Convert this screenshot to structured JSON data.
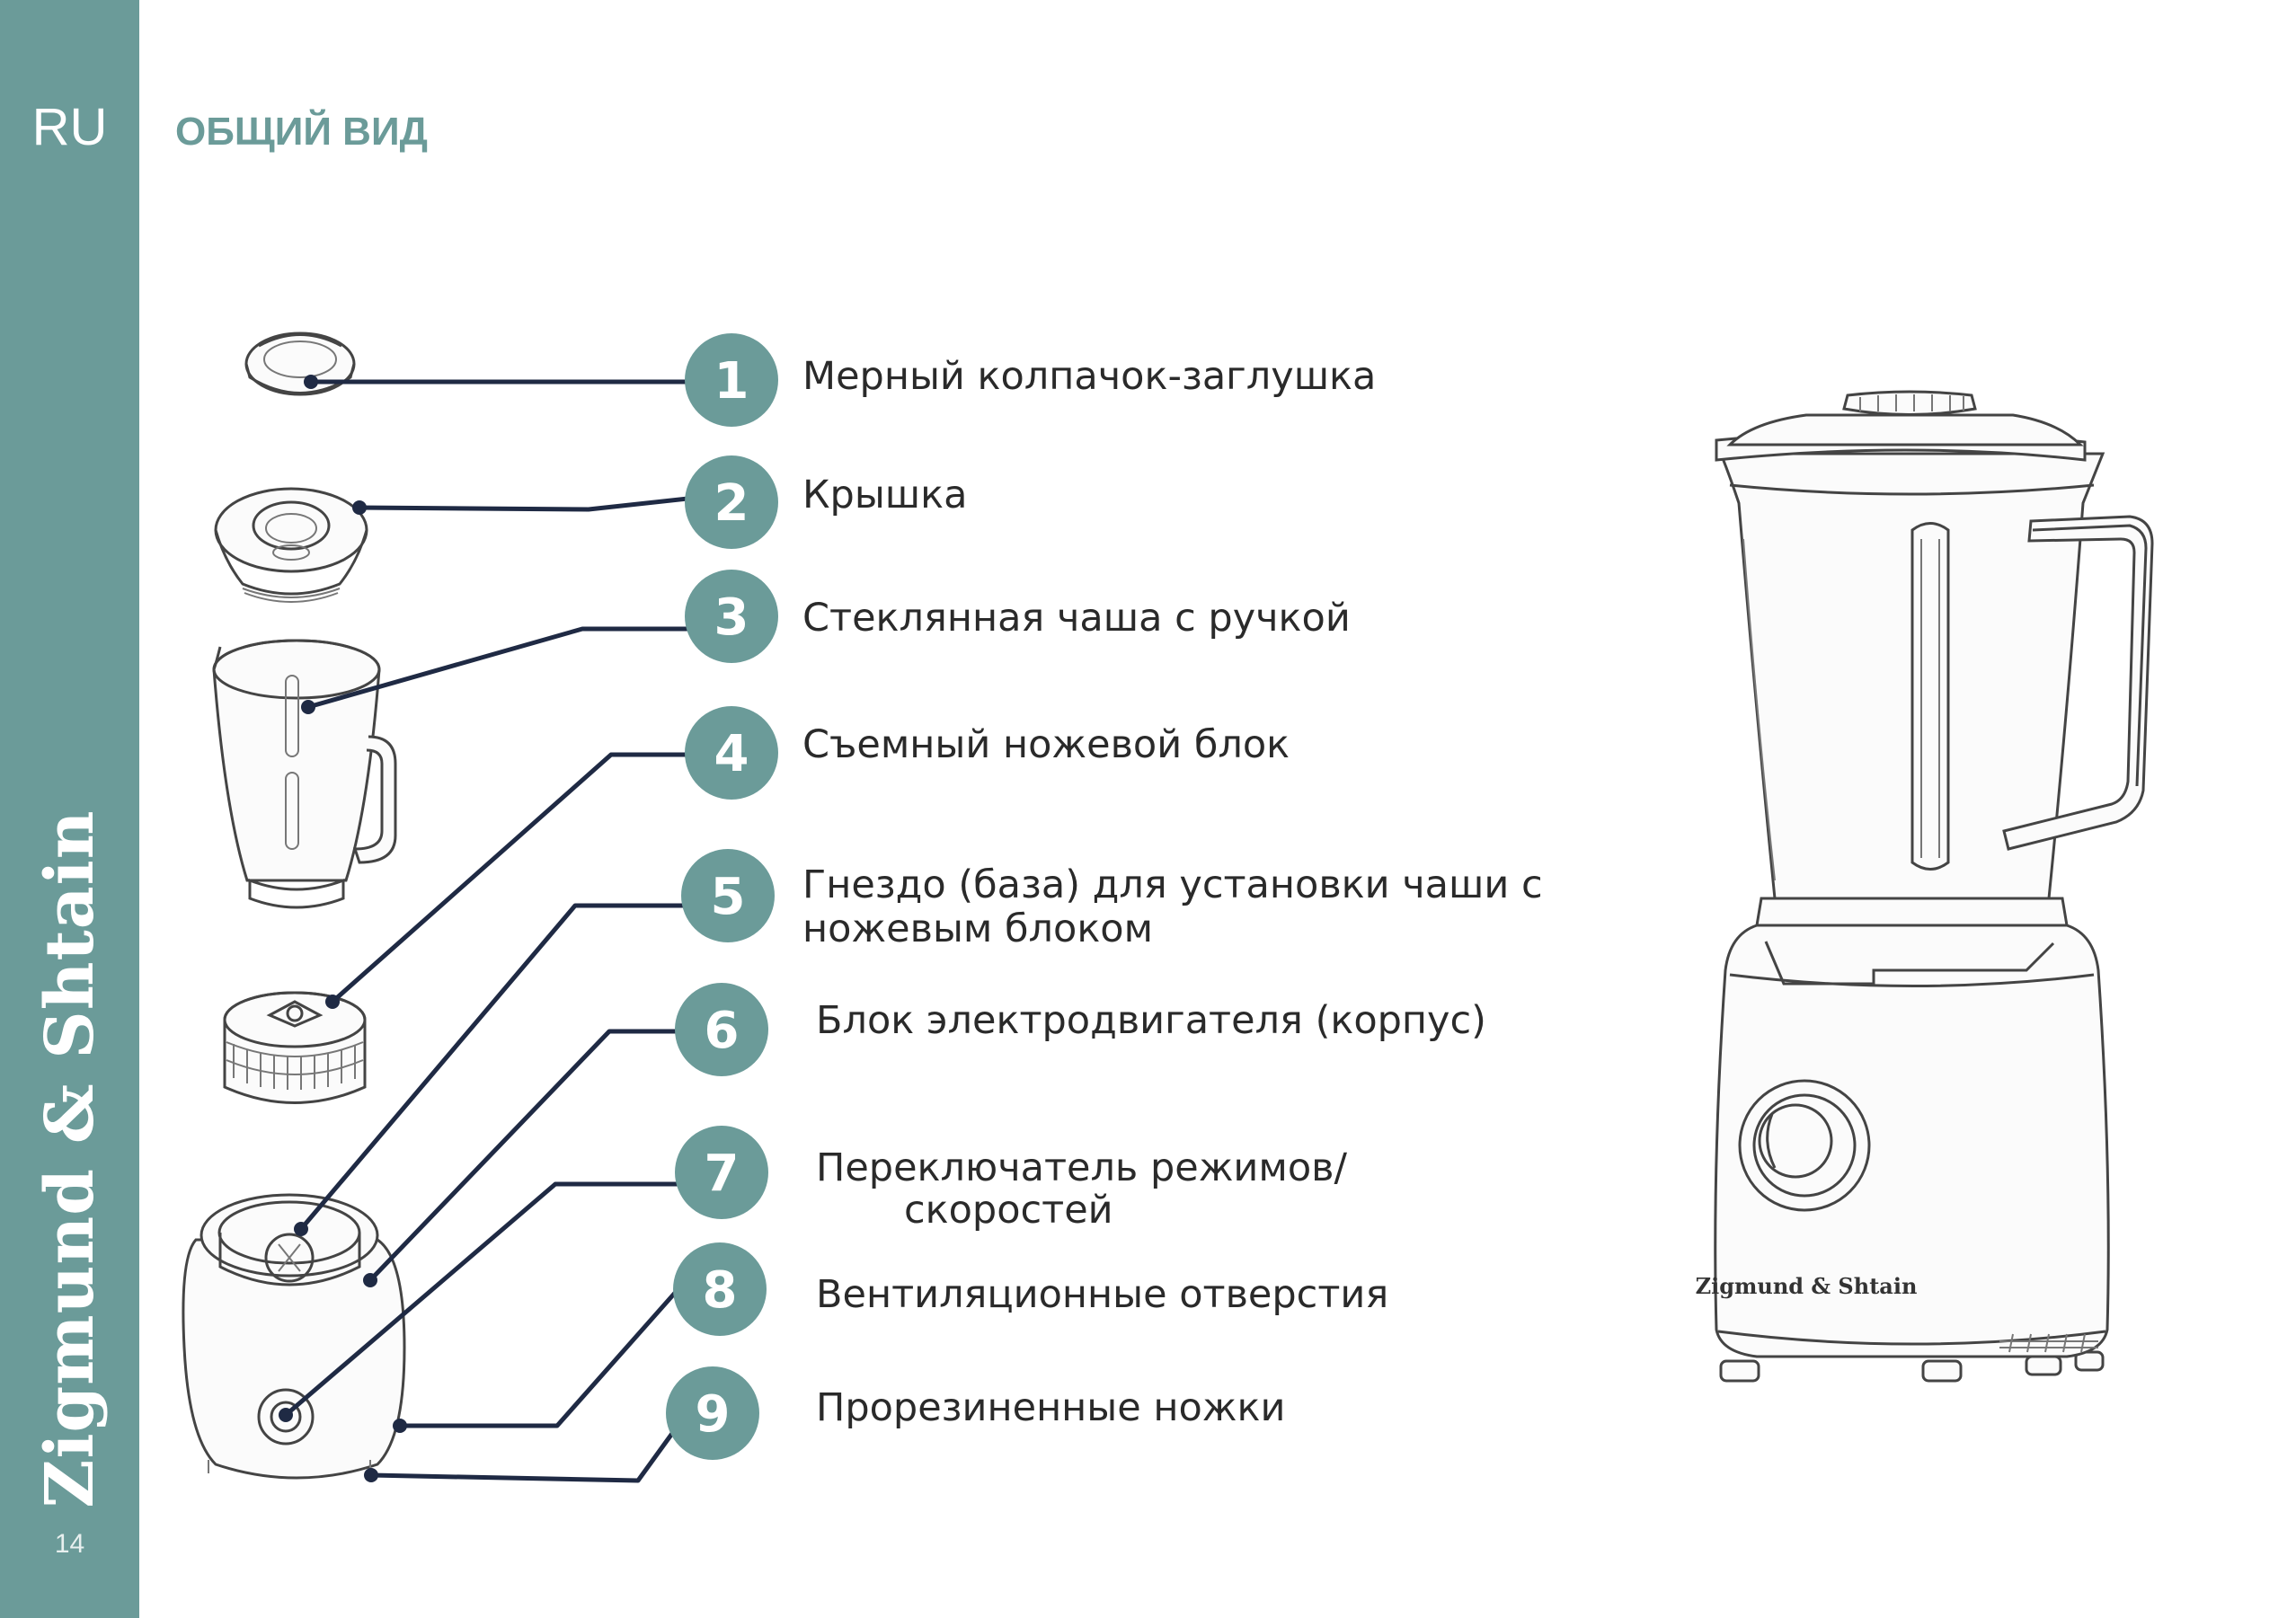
{
  "page": {
    "language": "RU",
    "section_title": "ОБЩИЙ ВИД",
    "brand": "Zigmund & Shtain",
    "page_number": "14",
    "device_brand": "Zigmund & Shtain",
    "accent_color": "#6b9b99",
    "line_color": "#1f2a44"
  },
  "parts": [
    {
      "number": "1",
      "label": "Мерный колпачок-заглушка",
      "icon": "measuring-cap"
    },
    {
      "number": "2",
      "label": "Крышка",
      "icon": "lid"
    },
    {
      "number": "3",
      "label": "Стеклянная чаша с ручкой",
      "icon": "glass-jar"
    },
    {
      "number": "4",
      "label": "Съемный ножевой блок",
      "icon": "blade-unit"
    },
    {
      "number": "5",
      "label_line1": "Гнездо (база) для установки чаши с",
      "label_line2": "ножевым блоком",
      "icon": "base-socket"
    },
    {
      "number": "6",
      "label": "Блок электродвигателя (корпус)",
      "icon": "motor-housing"
    },
    {
      "number": "7",
      "label_line1": "Переключатель режимов/",
      "label_line2": "скоростей",
      "icon": "speed-knob"
    },
    {
      "number": "8",
      "label": "Вентиляционные отверстия",
      "icon": "vents"
    },
    {
      "number": "9",
      "label": "Прорезиненные ножки",
      "icon": "rubber-feet"
    }
  ]
}
